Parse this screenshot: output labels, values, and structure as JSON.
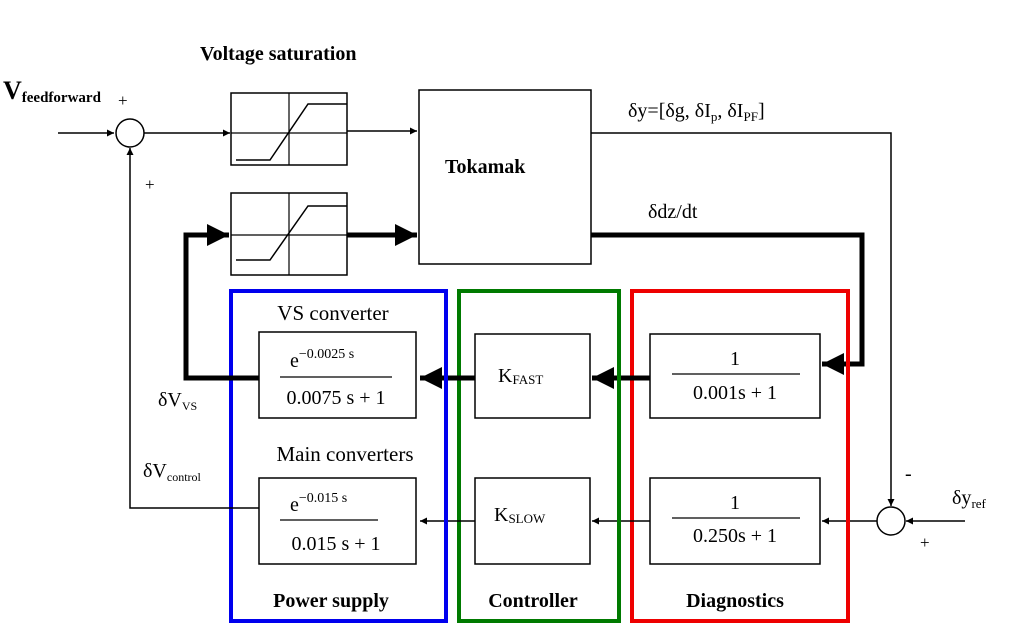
{
  "title": "Voltage saturation",
  "inputs": {
    "feedforward_main": "V",
    "feedforward_sub": "feedforward",
    "feedforward_sign": "+",
    "control_sign": "+",
    "yref_main": "δy",
    "yref_sub": "ref",
    "ref_sign_top": "-",
    "ref_sign_bottom": "+"
  },
  "plant": {
    "label": "Tokamak",
    "output_main": "δy=[δg, δI",
    "output_sub1": "p",
    "output_mid": ", δI",
    "output_sub2": "PF",
    "output_end": "]",
    "velocity": "δdz/dt"
  },
  "signals": {
    "vvs_main": "δV",
    "vvs_sub": "VS",
    "vcontrol_main": "δV",
    "vcontrol_sub": "control"
  },
  "power_supply": {
    "label": "Power supply",
    "color": "#0000ee",
    "vs_title": "VS converter",
    "vs_num_base": "e",
    "vs_num_exp": "−0.0025 s",
    "vs_den": "0.0075 s + 1",
    "main_title": "Main converters",
    "main_num_base": "e",
    "main_num_exp": "−0.015 s",
    "main_den": "0.015 s + 1"
  },
  "controller": {
    "label": "Controller",
    "color": "#007a00",
    "fast_main": "K",
    "fast_sub": "FAST",
    "slow_main": "K",
    "slow_sub": "SLOW"
  },
  "diagnostics": {
    "label": "Diagnostics",
    "color": "#ee0000",
    "fast_num": "1",
    "fast_den": "0.001s + 1",
    "slow_num": "1",
    "slow_den": "0.250s + 1"
  }
}
